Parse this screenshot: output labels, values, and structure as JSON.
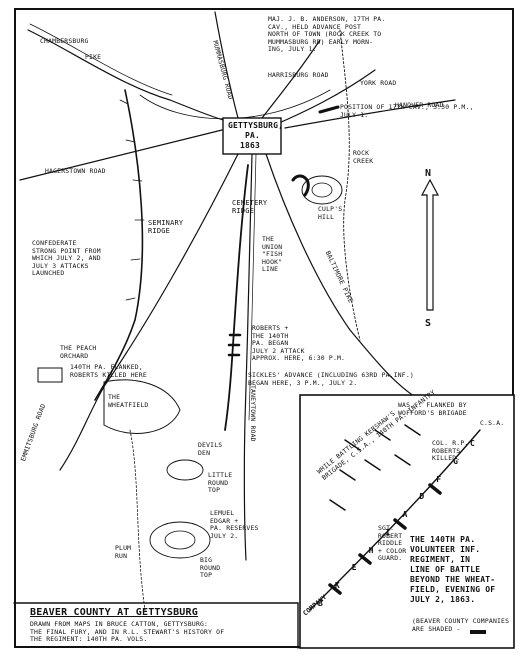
{
  "roads": {
    "chambersburg": "CHAMBERSBURG",
    "pike1": "PIKE",
    "mummasburg": "MUMMASBURG ROAD",
    "harrisburg": "HARRISBURG ROAD",
    "york": "YORK ROAD",
    "hagerstown": "HAGERSTOWN ROAD",
    "hanover": "HANOVER ROAD",
    "emmitsburg": "EMMITSBURG ROAD",
    "taneytown": "TANEYTOWN ROAD",
    "baltimore": "BALTIMORE PIKE"
  },
  "town": {
    "line1": "GETTYSBURG,",
    "line2": "PA.",
    "line3": "1863"
  },
  "features": {
    "seminary_ridge": "SEMINARY\nRIDGE",
    "cemetery_ridge": "CEMETERY\nRIDGE",
    "rock_creek": "ROCK\nCREEK",
    "culps_hill": "CULP'S\nHILL",
    "peach_orchard": "THE PEACH\nORCHARD",
    "wheatfield": "THE\nWHEATFIELD",
    "devils_den": "DEVILS\nDEN",
    "little_round_top": "LITTLE\nROUND\nTOP",
    "big_round_top": "BIG\nROUND\nTOP",
    "plum_run": "PLUM\nRUN",
    "north": "N",
    "south": "S"
  },
  "annotations": {
    "anderson": "MAJ. J. B. ANDERSON, 17TH PA.\nCAV., HELD ADVANCE POST\nNORTH OF TOWN (ROCK CREEK TO\nMUMMASBURG RD) EARLY MORN-\nING, JULY 1.",
    "cav_position": "POSITION OF 17TH CAV., 3:30 P.M.,\nJULY 1.",
    "confederate": "CONFEDERATE\nSTRONG POINT FROM\nWHICH JULY 2, AND\nJULY 3 ATTACKS\nLAUNCHED",
    "fishhook": "THE\nUNION\n\"FISH\nHOOK\"\nLINE",
    "roberts": "ROBERTS +\nTHE 140TH\nPA. BEGAN\nJULY 2 ATTACK\nAPPROX. HERE, 6:30 P.M.",
    "sickles": "SICKLES' ADVANCE (INCLUDING 63RD PA.INF.)\nBEGAN HERE, 3 P.M., JULY 2.",
    "flanked": "140TH PA. FLANKED,\nROBERTS KILLED HERE",
    "lemuel": "LEMUEL\nEDGAR +\nPA. RESERVES\nJULY 2."
  },
  "inset": {
    "flanked_wofford": "WAS... FLANKED BY\nWOFFORD'S BRIGADE",
    "csa": "C.S.A.",
    "kershaw": "WHILE BATTLING KERSHAW'S\nBRIGADE, C.S.A., 140TH PA. INFANTRY",
    "col_roberts": "COL. R.P.\nROBERTS\nKILLED.",
    "sgt_riddle": "SGT.\nROBERT\nRIDDLE\n+ COLOR\nGUARD.",
    "companies": [
      "B",
      "K",
      "E",
      "H",
      "I",
      "A",
      "D",
      "F",
      "G",
      "C"
    ],
    "company_label": "COMPANY",
    "title": "THE 140TH PA.\nVOLUNTEER INF.\nREGIMENT, IN\nLINE OF BATTLE\nBEYOND THE WHEAT-\nFIELD, EVENING OF\nJULY 2, 1863.",
    "shaded_note": "(BEAVER COUNTY COMPANIES\nARE SHADED -"
  },
  "caption": {
    "title": "BEAVER COUNTY AT GETTYSBURG",
    "credit": "DRAWN FROM MAPS IN BRUCE CATTON, GETTYSBURG:\nTHE FINAL FURY, AND IN R.L. STEWART'S HISTORY OF\nTHE REGIMENT: 140TH PA. VOLS."
  }
}
